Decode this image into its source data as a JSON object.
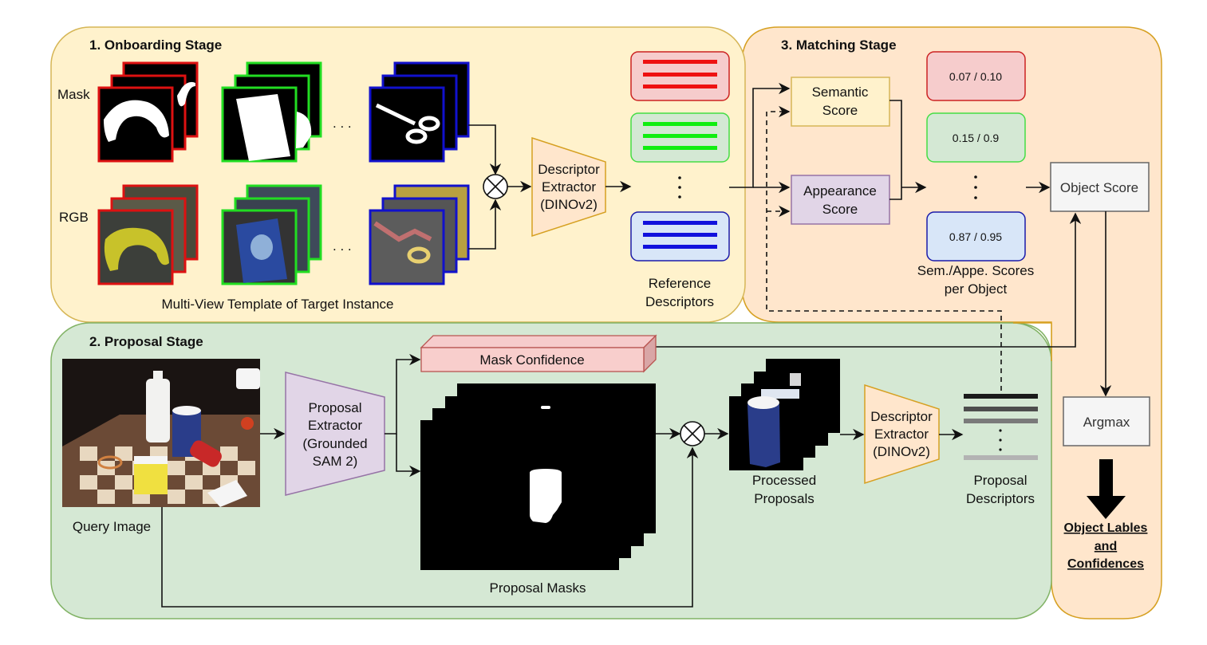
{
  "stages": {
    "onboarding": {
      "title": "1. Onboarding Stage",
      "row_labels": [
        "Mask",
        "RGB"
      ],
      "ellipsis": ". . .",
      "template_caption": "Multi-View Template of Target Instance",
      "template_objects": [
        {
          "name": "banana",
          "frame_color": "#dd1111"
        },
        {
          "name": "coffee-can",
          "frame_color": "#22dd22"
        },
        {
          "name": "scissors",
          "frame_color": "#1111cc"
        }
      ],
      "extractor": {
        "lines": [
          "Descriptor",
          "Extractor",
          "(DINOv2)"
        ]
      },
      "reference_descriptors": {
        "caption_lines": [
          "Reference",
          "Descriptors"
        ],
        "items": [
          {
            "color": "#ee1111",
            "fill": "#f6cccc",
            "border": "#cc2222"
          },
          {
            "color": "#11ee11",
            "fill": "#d4e8d4",
            "border": "#44dd44"
          },
          {
            "color": "#1111dd",
            "fill": "#d8e6f8",
            "border": "#1a1aaa"
          }
        ]
      }
    },
    "proposal": {
      "title": "2. Proposal Stage",
      "query_caption": "Query Image",
      "extractor": {
        "lines": [
          "Proposal",
          "Extractor",
          "(Grounded",
          "SAM 2)"
        ]
      },
      "mask_confidence": "Mask Confidence",
      "masks_caption": "Proposal Masks",
      "processed_caption_lines": [
        "Processed",
        "Proposals"
      ],
      "descriptor_extractor": {
        "lines": [
          "Descriptor",
          "Extractor",
          "(DINOv2)"
        ]
      },
      "descriptors_caption_lines": [
        "Proposal",
        "Descriptors"
      ],
      "descriptor_bar_colors": [
        "#1a1a1a",
        "#4d4d4d",
        "#7a7a7a",
        "#b3b3b3"
      ]
    },
    "matching": {
      "title": "3. Matching Stage",
      "semantic_score_lines": [
        "Semantic",
        "Score"
      ],
      "appearance_score_lines": [
        "Appearance",
        "Score"
      ],
      "score_items": [
        {
          "text": "0.07 / 0.10",
          "fill": "#f6cccc",
          "border": "#cc2222"
        },
        {
          "text": "0.15 / 0.9",
          "fill": "#d4e8d4",
          "border": "#44dd44"
        },
        {
          "text": "0.87 / 0.95",
          "fill": "#d8e6f8",
          "border": "#1a1aaa"
        }
      ],
      "scores_caption_lines": [
        "Sem./Appe. Scores",
        "per Object"
      ],
      "object_score": "Object Score",
      "argmax": "Argmax",
      "output_lines": [
        "Object Lables",
        "and",
        "Confidences"
      ]
    }
  },
  "colors": {
    "onboarding_bg": "#fff2cc",
    "onboarding_border": "#d6b656",
    "matching_bg": "#ffe6cc",
    "matching_border": "#d6a021",
    "proposal_bg": "#d5e8d4",
    "proposal_border": "#82b366",
    "extractor_orange": "#ffe6cc",
    "extractor_purple": "#e1d5e7"
  }
}
